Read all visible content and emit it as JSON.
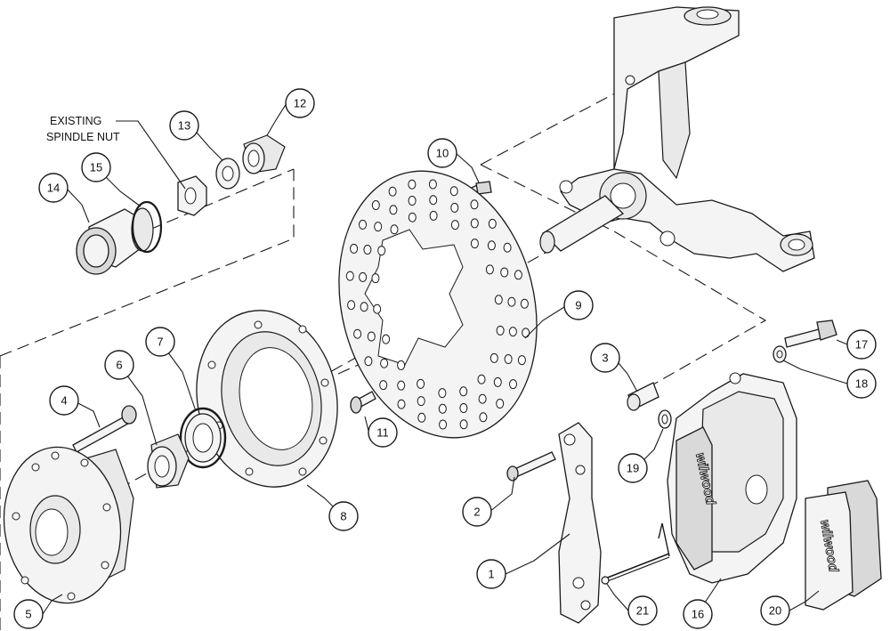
{
  "existing_label": {
    "line1": "EXISTING",
    "line2": "SPINDLE NUT"
  },
  "brand": "wilwood",
  "callouts": [
    "1",
    "2",
    "3",
    "4",
    "5",
    "6",
    "7",
    "8",
    "9",
    "10",
    "11",
    "12",
    "13",
    "14",
    "15",
    "16",
    "17",
    "18",
    "19",
    "20",
    "21"
  ]
}
